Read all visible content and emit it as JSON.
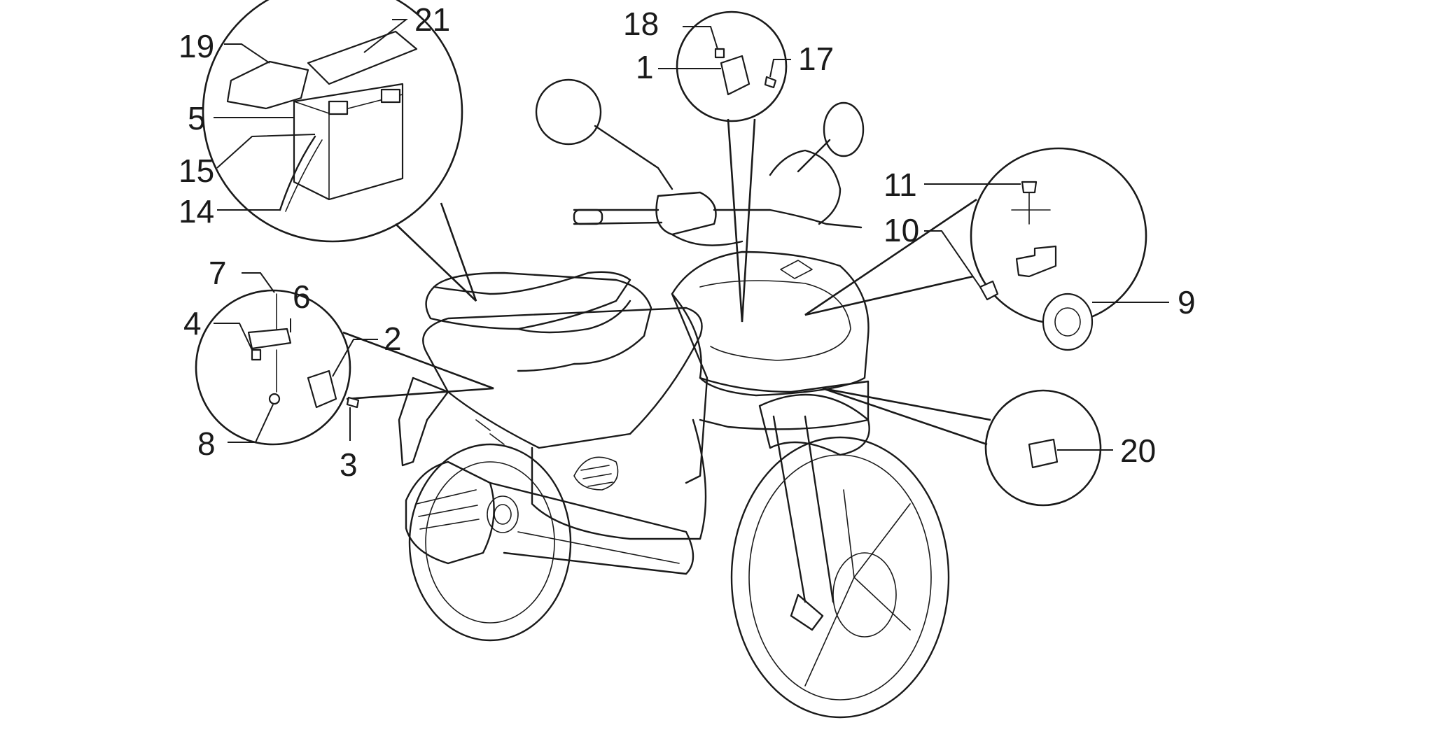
{
  "labels": [
    {
      "id": "n21",
      "text": "21"
    },
    {
      "id": "n19",
      "text": "19"
    },
    {
      "id": "n5",
      "text": "5"
    },
    {
      "id": "n15",
      "text": "15"
    },
    {
      "id": "n14",
      "text": "14"
    },
    {
      "id": "n18",
      "text": "18"
    },
    {
      "id": "n1",
      "text": "1"
    },
    {
      "id": "n17",
      "text": "17"
    },
    {
      "id": "n11",
      "text": "11"
    },
    {
      "id": "n10",
      "text": "10"
    },
    {
      "id": "n9",
      "text": "9"
    },
    {
      "id": "n7",
      "text": "7"
    },
    {
      "id": "n6",
      "text": "6"
    },
    {
      "id": "n4",
      "text": "4"
    },
    {
      "id": "n2",
      "text": "2"
    },
    {
      "id": "n8",
      "text": "8"
    },
    {
      "id": "n3",
      "text": "3"
    },
    {
      "id": "n20",
      "text": "20"
    }
  ]
}
